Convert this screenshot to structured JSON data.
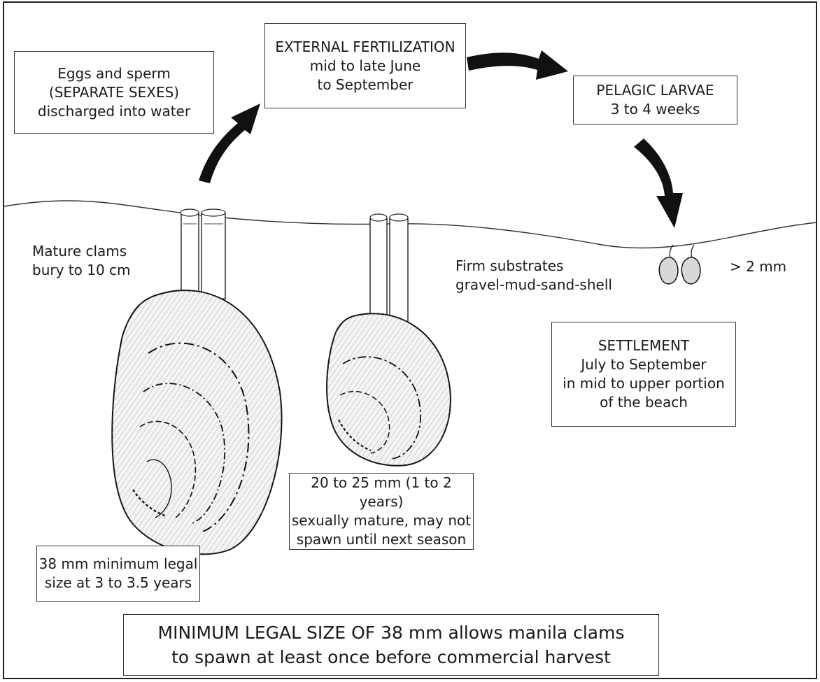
{
  "boxes": {
    "eggs": [
      "Eggs and sperm",
      "(SEPARATE SEXES)",
      "discharged into water"
    ],
    "fertilization": [
      "EXTERNAL FERTILIZATION",
      "mid to late June",
      "to September"
    ],
    "larvae": [
      "PELAGIC LARVAE",
      "3 to 4 weeks"
    ],
    "settlement": [
      "SETTLEMENT",
      "July to September",
      "in mid to upper portion",
      "of the beach"
    ],
    "juvenile": [
      "20 to 25 mm (1 to 2 years)",
      "sexually mature, may not",
      "spawn until next season"
    ],
    "legal_size": [
      "38 mm minimum legal",
      "size at 3 to 3.5 years"
    ],
    "summary": [
      "MINIMUM LEGAL SIZE OF 38 mm allows manila clams",
      "to spawn at least once before commercial harvest"
    ]
  },
  "labels": {
    "mature": [
      "Mature clams",
      "bury to 10 cm"
    ],
    "substrate": [
      "Firm substrates",
      "gravel-mud-sand-shell"
    ],
    "spat_size": "> 2 mm"
  },
  "colors": {
    "ink": "#1a1a1a",
    "shade": "#bdbdbd"
  },
  "icons": [
    "large-clam-icon",
    "small-clam-icon",
    "spat-icon",
    "arrow-icon"
  ]
}
